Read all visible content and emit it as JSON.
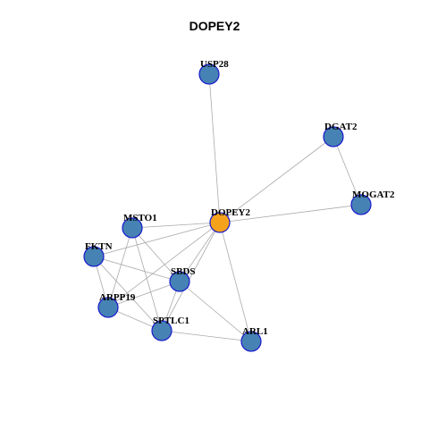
{
  "title": "DOPEY2",
  "colors": {
    "hub": "#f5a21d",
    "node": "#4682b4",
    "node_border": "#1a1acc",
    "edge": "#aaaaaa"
  },
  "network": {
    "nodes": [
      {
        "id": "DOPEY2",
        "label": "DOPEY2",
        "type": "hub"
      },
      {
        "id": "USP28",
        "label": "USP28",
        "type": "neighbor"
      },
      {
        "id": "DGAT2",
        "label": "DGAT2",
        "type": "neighbor"
      },
      {
        "id": "MOGAT2",
        "label": "MOGAT2",
        "type": "neighbor"
      },
      {
        "id": "MSTO1",
        "label": "MSTO1",
        "type": "neighbor"
      },
      {
        "id": "FKTN",
        "label": "FKTN",
        "type": "neighbor"
      },
      {
        "id": "SBDS",
        "label": "SBDS",
        "type": "neighbor"
      },
      {
        "id": "ARPP19",
        "label": "ARPP19",
        "type": "neighbor"
      },
      {
        "id": "SPTLC1",
        "label": "SPTLC1",
        "type": "neighbor"
      },
      {
        "id": "ARL1",
        "label": "ARL1",
        "type": "neighbor"
      }
    ],
    "edges": [
      [
        "DOPEY2",
        "USP28"
      ],
      [
        "DOPEY2",
        "DGAT2"
      ],
      [
        "DOPEY2",
        "MOGAT2"
      ],
      [
        "DGAT2",
        "MOGAT2"
      ],
      [
        "DOPEY2",
        "MSTO1"
      ],
      [
        "DOPEY2",
        "FKTN"
      ],
      [
        "DOPEY2",
        "SBDS"
      ],
      [
        "DOPEY2",
        "ARPP19"
      ],
      [
        "DOPEY2",
        "SPTLC1"
      ],
      [
        "DOPEY2",
        "ARL1"
      ],
      [
        "MSTO1",
        "SBDS"
      ],
      [
        "MSTO1",
        "ARPP19"
      ],
      [
        "MSTO1",
        "SPTLC1"
      ],
      [
        "FKTN",
        "SBDS"
      ],
      [
        "FKTN",
        "ARPP19"
      ],
      [
        "FKTN",
        "SPTLC1"
      ],
      [
        "SBDS",
        "ARPP19"
      ],
      [
        "SBDS",
        "SPTLC1"
      ],
      [
        "ARPP19",
        "SPTLC1"
      ],
      [
        "SPTLC1",
        "ARL1"
      ],
      [
        "SBDS",
        "ARL1"
      ]
    ]
  }
}
